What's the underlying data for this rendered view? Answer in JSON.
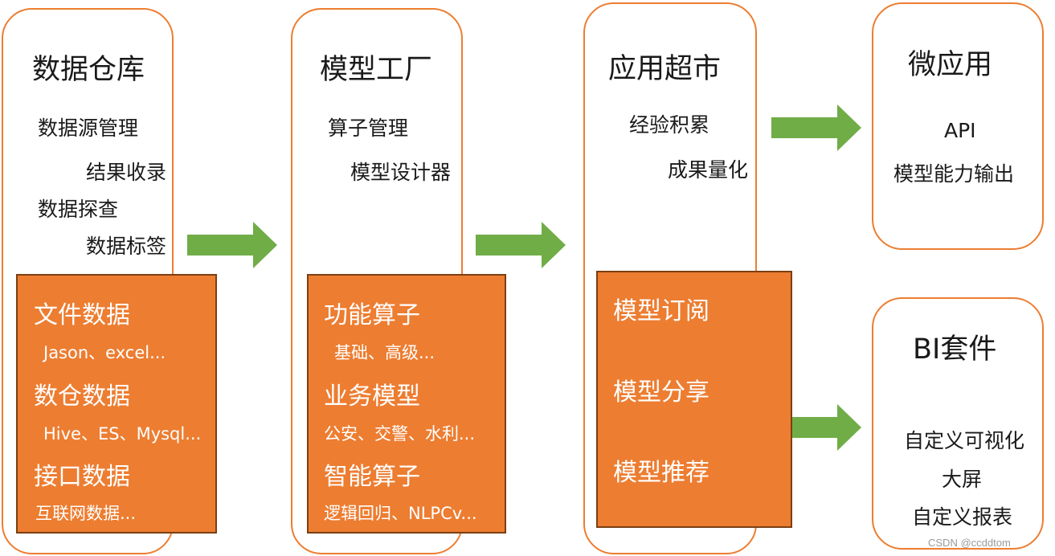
{
  "colors": {
    "orange": "#ED7D31",
    "green": "#70AD47"
  },
  "col1": {
    "title": "数据仓库",
    "items": [
      "数据源管理",
      "结果收录",
      "数据探查",
      "数据标签"
    ],
    "panel": [
      {
        "head": "文件数据",
        "sub": "Jason、excel..."
      },
      {
        "head": "数仓数据",
        "sub": "Hive、ES、Mysql..."
      },
      {
        "head": "接口数据",
        "sub": "互联网数据..."
      }
    ]
  },
  "col2": {
    "title": "模型工厂",
    "items": [
      "算子管理",
      "模型设计器"
    ],
    "panel": [
      {
        "head": "功能算子",
        "sub": "基础、高级..."
      },
      {
        "head": "业务模型",
        "sub": "公安、交警、水利..."
      },
      {
        "head": "智能算子",
        "sub": "逻辑回归、NLPCv..."
      }
    ]
  },
  "col3": {
    "title": "应用超市",
    "items": [
      "经验积累",
      "成果量化"
    ],
    "panel": [
      "模型订阅",
      "模型分享",
      "模型推荐"
    ]
  },
  "col4": {
    "title": "微应用",
    "items": [
      "API",
      "模型能力输出"
    ]
  },
  "col5": {
    "title": "BI套件",
    "items": [
      "自定义可视化",
      "大屏",
      "自定义报表"
    ]
  },
  "watermark": "CSDN @ccddtom"
}
